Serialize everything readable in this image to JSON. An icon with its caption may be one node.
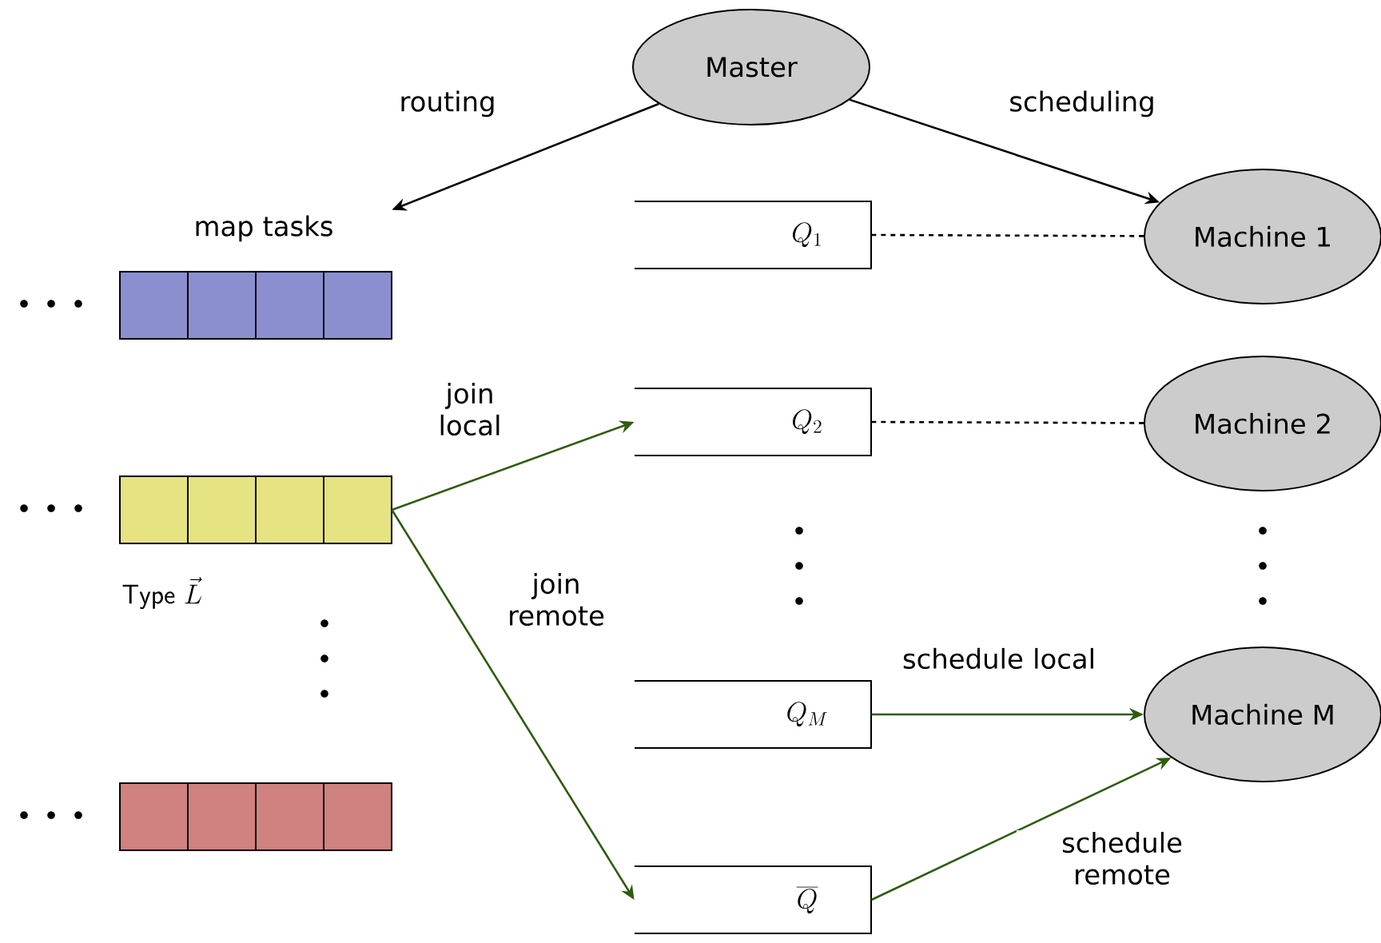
{
  "diagram": {
    "nodes": [
      {
        "text": [
          "Master"
        ]
      },
      {
        "text": [
          "map tasks"
        ]
      },
      {
        "text": [],
        "shape": "bar",
        "beside": [
          "\\mathsf{Type}\\ \\vec{L}"
        ]
      },
      {
        "text": [],
        "shape": "bar"
      },
      {
        "text": [
          "Q_1"
        ]
      },
      {
        "text": [
          "Q_2"
        ]
      },
      {
        "text": [
          "Q_M"
        ]
      },
      {
        "text": [
          "\\overline{Q}"
        ]
      },
      {
        "text": [
          "Machine 1"
        ]
      },
      {
        "text": [
          "Machine 2"
        ]
      },
      {
        "text": [
          "Machine M"
        ]
      }
    ],
    "edges": [
      {
        "from": 0,
        "to": 1,
        "arrow": "to",
        "label": "routing"
      },
      {
        "from": 0,
        "to": 8,
        "arrow": "to",
        "label": "scheduling"
      },
      {
        "from": 4,
        "to": 8,
        "arrow": "none",
        "style": "dashed"
      },
      {
        "from": 5,
        "to": 9,
        "arrow": "none",
        "style": "dashed"
      },
      {
        "from": 2,
        "to": 5,
        "arrow": "to",
        "label": "join local",
        "color": "#2e5c0e"
      },
      {
        "from": 2,
        "to": 7,
        "arrow": "to",
        "label": "join remote",
        "color": "#2e5c0e"
      },
      {
        "from": 6,
        "to": 10,
        "arrow": "to",
        "label": "schedule local",
        "color": "#2e5c0e"
      },
      {
        "from": 7,
        "to": 10,
        "arrow": "to",
        "label": "schedule remote",
        "color": "#2e5c0e"
      }
    ]
  }
}
